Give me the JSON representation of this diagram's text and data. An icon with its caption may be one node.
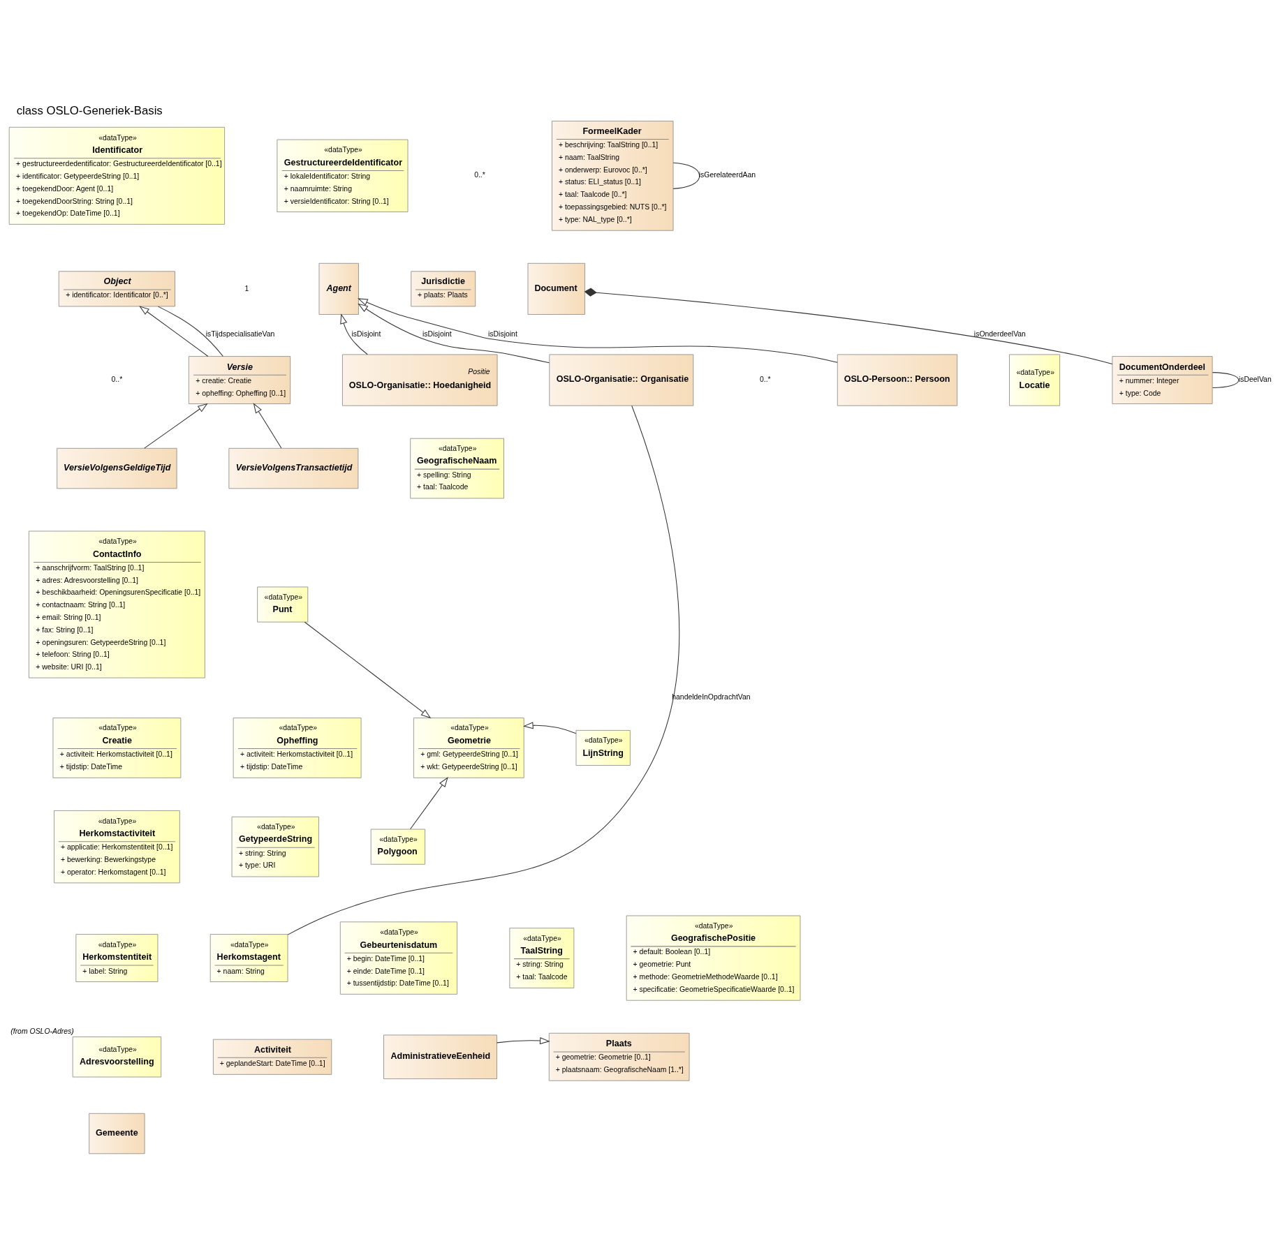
{
  "diagram": {
    "title": "class OSLO-Generiek-Basis",
    "nodes": [
      {
        "text": [
          "«dataType»",
          "Identificator",
          "+ gestructureerdedentificator: GestructureerdeIdentificator [0..1]",
          "+ identificator: GetypeerdeString [0..1]",
          "+ toegekendDoor: Agent [0..1]",
          "+ toegekendDoorString: String [0..1]",
          "+ toegekendOp: DateTime [0..1]"
        ]
      },
      {
        "text": [
          "«dataType»",
          "GestructureerdeIdentificator",
          "+ lokaleIdentificator: String",
          "+ naamruimte: String",
          "+ versieIdentificator: String [0..1]"
        ]
      },
      {
        "text": [
          "FormeelKader",
          "+ beschrijving: TaalString [0..1]",
          "+ naam: TaalString",
          "+ onderwerp: Eurovoc [0..*]",
          "+ status: ELI_status [0..1]",
          "+ taal: Taalcode [0..*]",
          "+ toepassingsgebied: NUTS [0..*]",
          "+ type: NAL_type [0..*]"
        ]
      },
      {
        "text": [
          "Object",
          "+ identificator: Identificator [0..*]"
        ]
      },
      {
        "text": [
          "Agent"
        ]
      },
      {
        "text": [
          "Jurisdictie",
          "+ plaats: Plaats"
        ]
      },
      {
        "text": [
          "Document"
        ]
      },
      {
        "text": [
          "Versie",
          "+ creatie: Creatie",
          "+ opheffing: Opheffing [0..1]"
        ]
      },
      {
        "text": [
          "Positie",
          "OSLO-Organisatie:: Hoedanigheid"
        ]
      },
      {
        "text": [
          "OSLO-Organisatie:: Organisatie"
        ]
      },
      {
        "text": [
          "OSLO-Persoon:: Persoon"
        ]
      },
      {
        "text": [
          "«dataType»",
          "Locatie"
        ]
      },
      {
        "text": [
          "DocumentOnderdeel",
          "+ nummer: Integer",
          "+ type: Code"
        ]
      },
      {
        "text": [
          "VersieVolgensGeldigeTijd"
        ]
      },
      {
        "text": [
          "VersieVolgensTransactietijd"
        ]
      },
      {
        "text": [
          "«dataType»",
          "GeografischeNaam",
          "+ spelling: String",
          "+ taal: Taalcode"
        ]
      },
      {
        "text": [
          "«dataType»",
          "ContactInfo",
          "+ aanschrijfvorm: TaalString [0..1]",
          "+ adres: Adresvoorstelling [0..1]",
          "+ beschikbaarheid: OpeningsurenSpecificatie [0..1]",
          "+ contactnaam: String [0..1]",
          "+ email: String [0..1]",
          "+ fax: String [0..1]",
          "+ openingsuren: GetypeerdeString [0..1]",
          "+ telefoon: String [0..1]",
          "+ website: URI [0..1]"
        ]
      },
      {
        "text": [
          "«dataType»",
          "Punt"
        ]
      },
      {
        "text": [
          "«dataType»",
          "Geometrie",
          "+ gml: GetypeerdeString [0..1]",
          "+ wkt: GetypeerdeString [0..1]"
        ]
      },
      {
        "text": [
          "«dataType»",
          "LijnString"
        ]
      },
      {
        "text": [
          "«dataType»",
          "Creatie",
          "+ activiteit: Herkomstactiviteit [0..1]",
          "+ tijdstip: DateTime"
        ]
      },
      {
        "text": [
          "«dataType»",
          "Opheffing",
          "+ activiteit: Herkomstactiviteit [0..1]",
          "+ tijdstip: DateTime"
        ]
      },
      {
        "text": [
          "«dataType»",
          "Herkomstactiviteit",
          "+ applicatie: Herkomstentiteit [0..1]",
          "+ bewerking: Bewerkingstype",
          "+ operator: Herkomstagent [0..1]"
        ]
      },
      {
        "text": [
          "«dataType»",
          "GetypeerdeString",
          "+ string: String",
          "+ type: URI"
        ]
      },
      {
        "text": [
          "«dataType»",
          "Polygoon"
        ]
      },
      {
        "text": [
          "«dataType»",
          "Herkomstentiteit",
          "+ label: String"
        ]
      },
      {
        "text": [
          "«dataType»",
          "Herkomstagent",
          "+ naam: String"
        ]
      },
      {
        "text": [
          "«dataType»",
          "Gebeurtenisdatum",
          "+ begin: DateTime [0..1]",
          "+ einde: DateTime [0..1]",
          "+ tussentijdstip: DateTime [0..1]"
        ]
      },
      {
        "text": [
          "«dataType»",
          "TaalString",
          "+ string: String",
          "+ taal: Taalcode"
        ]
      },
      {
        "text": [
          "«dataType»",
          "GeografischePositie",
          "+ default: Boolean [0..1]",
          "+ geometrie: Punt",
          "+ methode: GeometrieMethodeWaarde [0..1]",
          "+ specificatie: GeometrieSpecificatieWaarde [0..1]"
        ]
      },
      {
        "text": [
          "«dataType»",
          "Adresvoorstelling"
        ],
        "beside": [
          "(from OSLO-Adres)"
        ]
      },
      {
        "text": [
          "Activiteit",
          "+ geplandeStart: DateTime [0..1]"
        ]
      },
      {
        "text": [
          "AdministratieveEenheid"
        ]
      },
      {
        "text": [
          "Plaats",
          "+ geometrie: Geometrie [0..1]",
          "+ plaatsnaam: GeografischeNaam [1..*]"
        ]
      },
      {
        "text": [
          "Gemeente"
        ]
      }
    ],
    "edges": [
      {
        "from": 7,
        "to": 3,
        "arrow": "to"
      },
      {
        "from": 7,
        "to": 3,
        "arrow": "none",
        "label": "isTijdspecialisatieVan"
      },
      {
        "from": 13,
        "to": 7,
        "arrow": "to"
      },
      {
        "from": 14,
        "to": 7,
        "arrow": "to"
      },
      {
        "from": 8,
        "to": 4,
        "arrow": "to",
        "label": "isDisjoint"
      },
      {
        "from": 9,
        "to": 4,
        "arrow": "to",
        "label": "isDisjoint"
      },
      {
        "from": 10,
        "to": 4,
        "arrow": "to",
        "label": "isDisjoint"
      },
      {
        "from": 2,
        "to": 2,
        "arrow": "none",
        "label": "isGerelateerdAan"
      },
      {
        "from": 12,
        "to": 6,
        "arrow": "other",
        "label": "isOnderdeelVan"
      },
      {
        "from": 12,
        "to": 12,
        "arrow": "none",
        "label": "isDeelVan"
      },
      {
        "from": 26,
        "to": 9,
        "arrow": "none",
        "label": "handeldeInOpdrachtVan"
      },
      {
        "from": 17,
        "to": 18,
        "arrow": "to"
      },
      {
        "from": 19,
        "to": 18,
        "arrow": "to"
      },
      {
        "from": 24,
        "to": 18,
        "arrow": "to"
      },
      {
        "from": 32,
        "to": 33,
        "arrow": "to"
      }
    ],
    "labels": [
      "0..*",
      "1",
      "0..*",
      "0..*"
    ]
  }
}
